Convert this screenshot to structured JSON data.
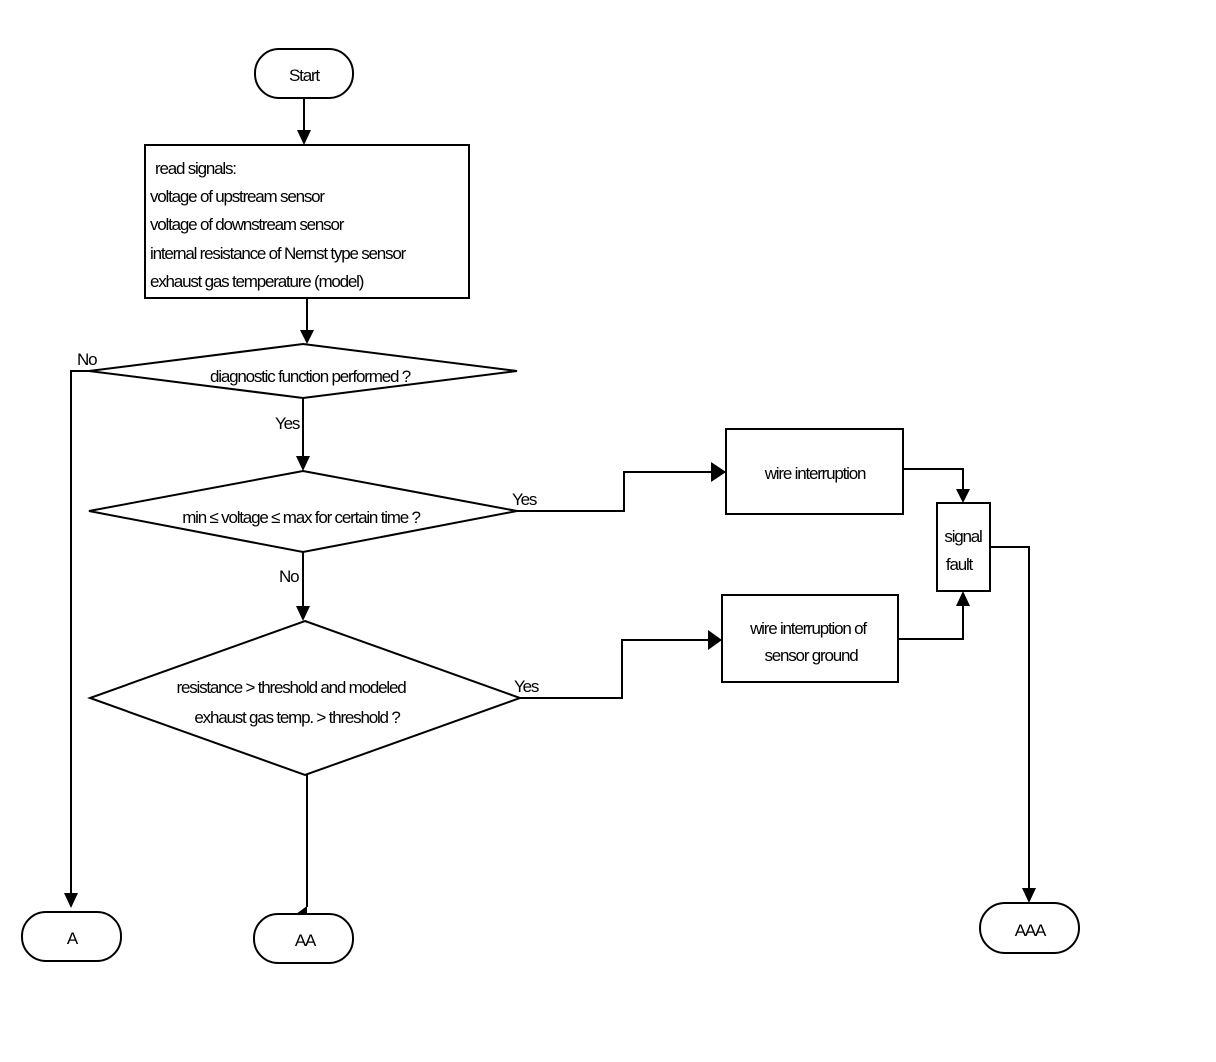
{
  "start": {
    "label": "Start"
  },
  "read_box": {
    "lines": [
      "read signals:",
      "voltage of upstream sensor",
      "voltage of downstream sensor",
      "internal resistance of Nernst type sensor",
      "exhaust gas temperature (model)"
    ]
  },
  "decision1": {
    "label": "diagnostic function performed ?",
    "no_label": "No",
    "yes_label": "Yes"
  },
  "decision2": {
    "label": "min ≤ voltage ≤ max for certain time ?",
    "yes_label": "Yes",
    "no_label": "No"
  },
  "decision3": {
    "lines": [
      "resistance > threshold and modeled",
      "exhaust gas temp. > threshold ?"
    ],
    "yes_label": "Yes"
  },
  "wire_interruption": {
    "label": "wire interruption"
  },
  "wire_ground": {
    "lines": [
      "wire interruption of",
      "sensor ground"
    ]
  },
  "signal_fault": {
    "lines": [
      "signal",
      "fault"
    ]
  },
  "terminals": {
    "a": "A",
    "aa": "AA",
    "aaa": "AAA"
  }
}
